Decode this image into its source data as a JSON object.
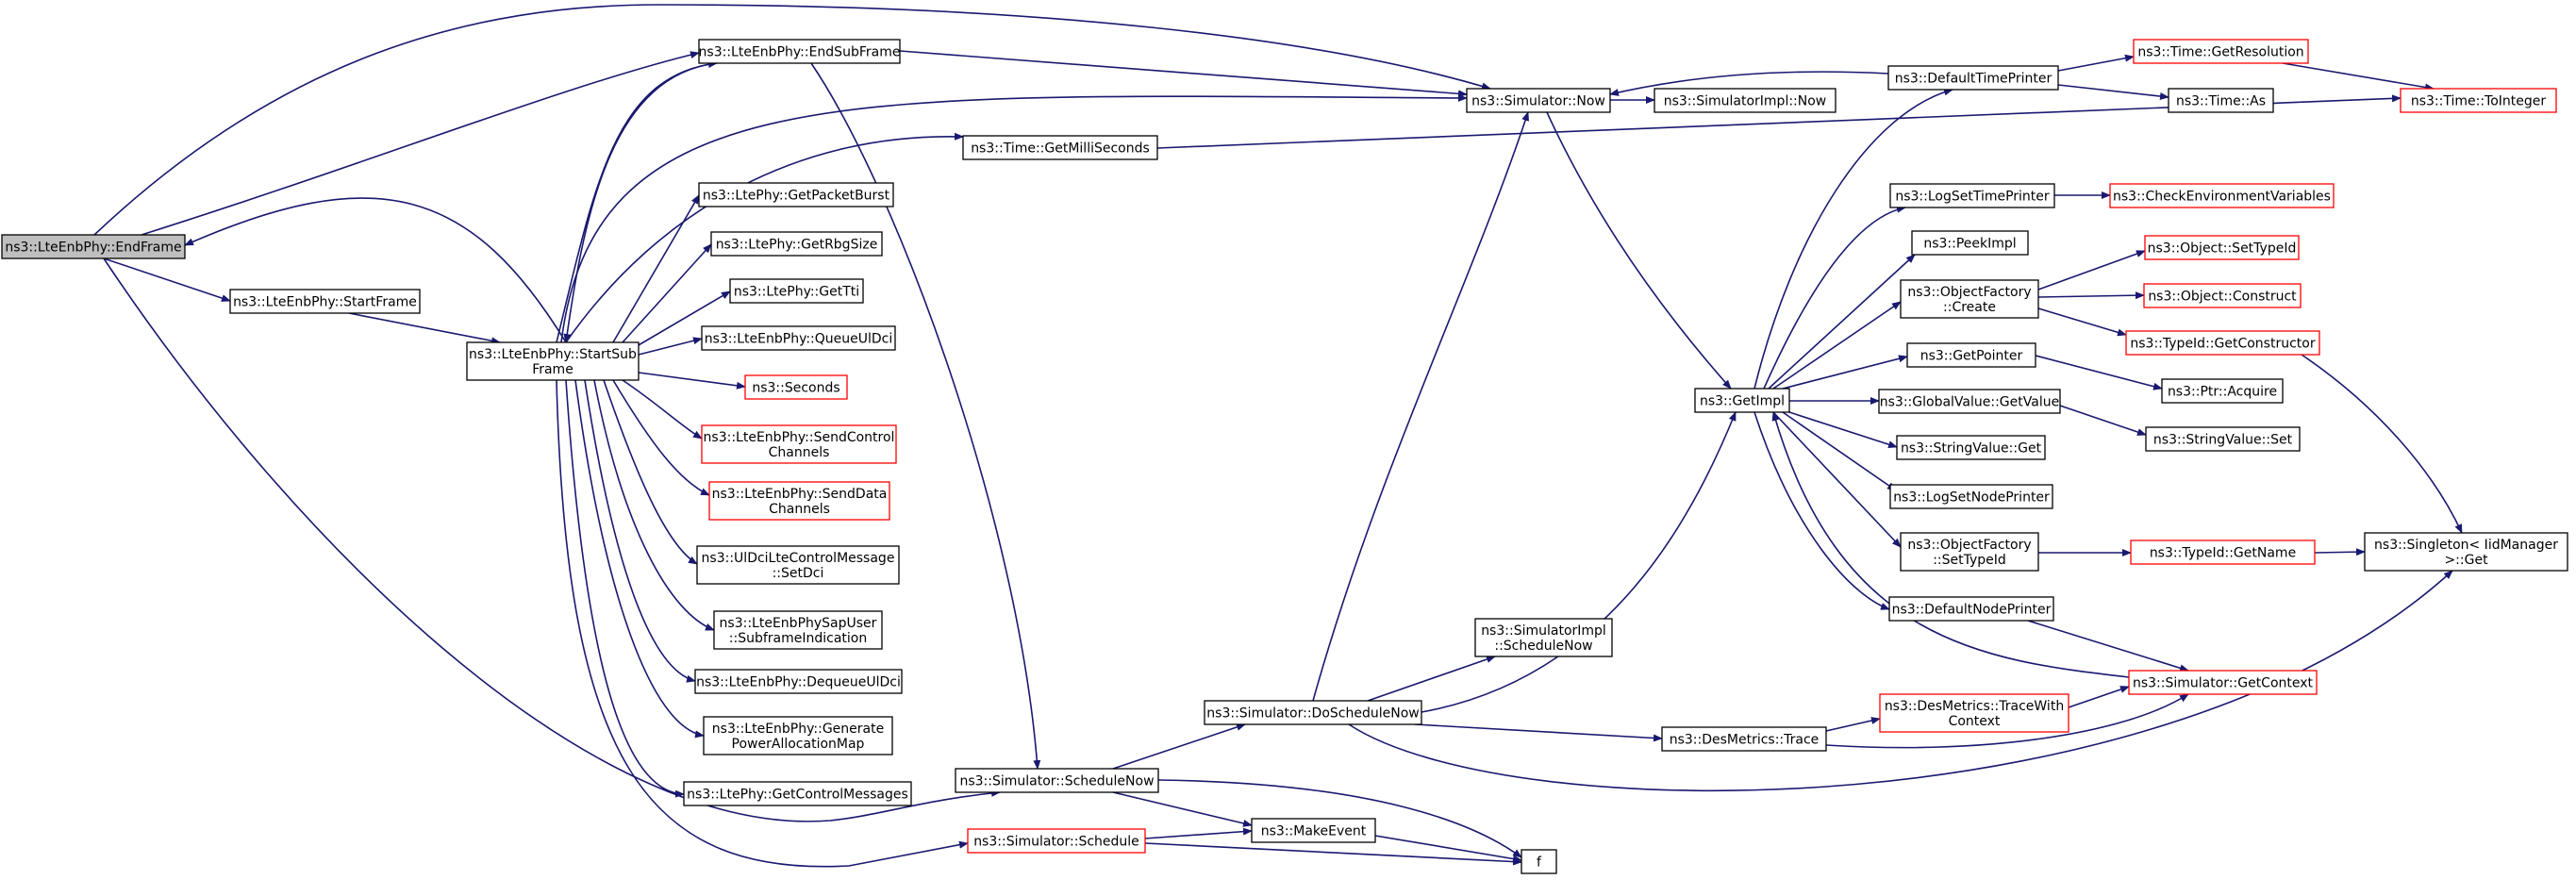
{
  "colors": {
    "edge": "#191970",
    "node_border": "#000000",
    "node_border_link_only": "#ff0000",
    "node_fill": "#ffffff",
    "node_fill_root": "#bfbfbf",
    "text": "#000000"
  },
  "nodes": [
    {
      "id": "endframe",
      "lines": [
        "ns3::LteEnbPhy::EndFrame"
      ],
      "style": "root"
    },
    {
      "id": "startframe",
      "lines": [
        "ns3::LteEnbPhy::StartFrame"
      ],
      "style": "normal"
    },
    {
      "id": "startsubframe",
      "lines": [
        "ns3::LteEnbPhy::StartSub",
        "Frame"
      ],
      "style": "normal"
    },
    {
      "id": "endsubframe",
      "lines": [
        "ns3::LteEnbPhy::EndSubFrame"
      ],
      "style": "normal"
    },
    {
      "id": "getmilliseconds",
      "lines": [
        "ns3::Time::GetMilliSeconds"
      ],
      "style": "normal"
    },
    {
      "id": "getpacketburst",
      "lines": [
        "ns3::LtePhy::GetPacketBurst"
      ],
      "style": "normal"
    },
    {
      "id": "getrbgsize",
      "lines": [
        "ns3::LtePhy::GetRbgSize"
      ],
      "style": "normal"
    },
    {
      "id": "gettti",
      "lines": [
        "ns3::LtePhy::GetTti"
      ],
      "style": "normal"
    },
    {
      "id": "queueuldci",
      "lines": [
        "ns3::LteEnbPhy::QueueUlDci"
      ],
      "style": "normal"
    },
    {
      "id": "seconds",
      "lines": [
        "ns3::Seconds"
      ],
      "style": "red"
    },
    {
      "id": "sendcontrol",
      "lines": [
        "ns3::LteEnbPhy::SendControl",
        "Channels"
      ],
      "style": "red"
    },
    {
      "id": "senddata",
      "lines": [
        "ns3::LteEnbPhy::SendData",
        "Channels"
      ],
      "style": "red"
    },
    {
      "id": "setdci",
      "lines": [
        "ns3::UlDciLteControlMessage",
        "::SetDci"
      ],
      "style": "normal"
    },
    {
      "id": "subframeind",
      "lines": [
        "ns3::LteEnbPhySapUser",
        "::SubframeIndication"
      ],
      "style": "normal"
    },
    {
      "id": "dequeueuldci",
      "lines": [
        "ns3::LteEnbPhy::DequeueUlDci"
      ],
      "style": "normal"
    },
    {
      "id": "generatepower",
      "lines": [
        "ns3::LteEnbPhy::Generate",
        "PowerAllocationMap"
      ],
      "style": "normal"
    },
    {
      "id": "getcontrolmsgs",
      "lines": [
        "ns3::LtePhy::GetControlMessages"
      ],
      "style": "normal"
    },
    {
      "id": "schedulenow",
      "lines": [
        "ns3::Simulator::ScheduleNow"
      ],
      "style": "normal"
    },
    {
      "id": "schedule",
      "lines": [
        "ns3::Simulator::Schedule"
      ],
      "style": "red"
    },
    {
      "id": "simnow",
      "lines": [
        "ns3::Simulator::Now"
      ],
      "style": "normal"
    },
    {
      "id": "simimplnow",
      "lines": [
        "ns3::SimulatorImpl::Now"
      ],
      "style": "normal"
    },
    {
      "id": "doschedulenow",
      "lines": [
        "ns3::Simulator::DoScheduleNow"
      ],
      "style": "normal"
    },
    {
      "id": "simimplschednow",
      "lines": [
        "ns3::SimulatorImpl",
        "::ScheduleNow"
      ],
      "style": "normal"
    },
    {
      "id": "makeevent",
      "lines": [
        "ns3::MakeEvent"
      ],
      "style": "normal"
    },
    {
      "id": "f",
      "lines": [
        "f"
      ],
      "style": "normal"
    },
    {
      "id": "desmetricstrace",
      "lines": [
        "ns3::DesMetrics::Trace"
      ],
      "style": "normal"
    },
    {
      "id": "tracewithcontext",
      "lines": [
        "ns3::DesMetrics::TraceWith",
        "Context"
      ],
      "style": "red"
    },
    {
      "id": "getimpl",
      "lines": [
        "ns3::GetImpl"
      ],
      "style": "normal"
    },
    {
      "id": "defaulttimeprinter",
      "lines": [
        "ns3::DefaultTimePrinter"
      ],
      "style": "normal"
    },
    {
      "id": "logsettimeprinter",
      "lines": [
        "ns3::LogSetTimePrinter"
      ],
      "style": "normal"
    },
    {
      "id": "peekimpl",
      "lines": [
        "ns3::PeekImpl"
      ],
      "style": "normal"
    },
    {
      "id": "ofcreate",
      "lines": [
        "ns3::ObjectFactory",
        "::Create"
      ],
      "style": "normal"
    },
    {
      "id": "getpointer",
      "lines": [
        "ns3::GetPointer"
      ],
      "style": "normal"
    },
    {
      "id": "gvgetvalue",
      "lines": [
        "ns3::GlobalValue::GetValue"
      ],
      "style": "normal"
    },
    {
      "id": "svget",
      "lines": [
        "ns3::StringValue::Get"
      ],
      "style": "normal"
    },
    {
      "id": "logsetnodeprinter",
      "lines": [
        "ns3::LogSetNodePrinter"
      ],
      "style": "normal"
    },
    {
      "id": "ofsettypeid",
      "lines": [
        "ns3::ObjectFactory",
        "::SetTypeId"
      ],
      "style": "normal"
    },
    {
      "id": "defaultnodeprinter",
      "lines": [
        "ns3::DefaultNodePrinter"
      ],
      "style": "normal"
    },
    {
      "id": "getresolution",
      "lines": [
        "ns3::Time::GetResolution"
      ],
      "style": "red"
    },
    {
      "id": "timeas",
      "lines": [
        "ns3::Time::As"
      ],
      "style": "normal"
    },
    {
      "id": "tointeger",
      "lines": [
        "ns3::Time::ToInteger"
      ],
      "style": "red"
    },
    {
      "id": "checkenv",
      "lines": [
        "ns3::CheckEnvironmentVariables"
      ],
      "style": "red"
    },
    {
      "id": "objsettypeid",
      "lines": [
        "ns3::Object::SetTypeId"
      ],
      "style": "red"
    },
    {
      "id": "objconstruct",
      "lines": [
        "ns3::Object::Construct"
      ],
      "style": "red"
    },
    {
      "id": "getconstructor",
      "lines": [
        "ns3::TypeId::GetConstructor"
      ],
      "style": "red"
    },
    {
      "id": "ptracquire",
      "lines": [
        "ns3::Ptr::Acquire"
      ],
      "style": "normal"
    },
    {
      "id": "svset",
      "lines": [
        "ns3::StringValue::Set"
      ],
      "style": "normal"
    },
    {
      "id": "typeidgetname",
      "lines": [
        "ns3::TypeId::GetName"
      ],
      "style": "red"
    },
    {
      "id": "simgetcontext",
      "lines": [
        "ns3::Simulator::GetContext"
      ],
      "style": "red"
    },
    {
      "id": "singletonget",
      "lines": [
        "ns3::Singleton< IidManager",
        " >::Get"
      ],
      "style": "normal"
    }
  ],
  "edges": [
    [
      "endframe",
      "startframe"
    ],
    [
      "endframe",
      "endsubframe"
    ],
    [
      "endframe",
      "simnow"
    ],
    [
      "endframe",
      "schedulenow"
    ],
    [
      "startframe",
      "startsubframe"
    ],
    [
      "startsubframe",
      "endframe"
    ],
    [
      "startsubframe",
      "endsubframe"
    ],
    [
      "startsubframe",
      "getmilliseconds"
    ],
    [
      "startsubframe",
      "simnow"
    ],
    [
      "startsubframe",
      "getpacketburst"
    ],
    [
      "startsubframe",
      "getrbgsize"
    ],
    [
      "startsubframe",
      "gettti"
    ],
    [
      "startsubframe",
      "queueuldci"
    ],
    [
      "startsubframe",
      "seconds"
    ],
    [
      "startsubframe",
      "sendcontrol"
    ],
    [
      "startsubframe",
      "senddata"
    ],
    [
      "startsubframe",
      "setdci"
    ],
    [
      "startsubframe",
      "subframeind"
    ],
    [
      "startsubframe",
      "dequeueuldci"
    ],
    [
      "startsubframe",
      "generatepower"
    ],
    [
      "startsubframe",
      "getcontrolmsgs"
    ],
    [
      "startsubframe",
      "schedule"
    ],
    [
      "endsubframe",
      "startsubframe"
    ],
    [
      "endsubframe",
      "simnow"
    ],
    [
      "endsubframe",
      "schedulenow"
    ],
    [
      "getmilliseconds",
      "tointeger"
    ],
    [
      "schedulenow",
      "doschedulenow"
    ],
    [
      "schedulenow",
      "makeevent"
    ],
    [
      "schedulenow",
      "f"
    ],
    [
      "schedule",
      "makeevent"
    ],
    [
      "schedule",
      "f"
    ],
    [
      "makeevent",
      "f"
    ],
    [
      "doschedulenow",
      "simnow"
    ],
    [
      "doschedulenow",
      "simimplschednow"
    ],
    [
      "doschedulenow",
      "getimpl"
    ],
    [
      "doschedulenow",
      "desmetricstrace"
    ],
    [
      "doschedulenow",
      "singletonget"
    ],
    [
      "simnow",
      "simimplnow"
    ],
    [
      "simnow",
      "getimpl"
    ],
    [
      "getimpl",
      "defaulttimeprinter"
    ],
    [
      "getimpl",
      "logsettimeprinter"
    ],
    [
      "getimpl",
      "peekimpl"
    ],
    [
      "getimpl",
      "ofcreate"
    ],
    [
      "getimpl",
      "getpointer"
    ],
    [
      "getimpl",
      "gvgetvalue"
    ],
    [
      "getimpl",
      "svget"
    ],
    [
      "getimpl",
      "logsetnodeprinter"
    ],
    [
      "getimpl",
      "ofsettypeid"
    ],
    [
      "getimpl",
      "defaultnodeprinter"
    ],
    [
      "defaulttimeprinter",
      "simnow"
    ],
    [
      "defaulttimeprinter",
      "getresolution"
    ],
    [
      "defaulttimeprinter",
      "timeas"
    ],
    [
      "getresolution",
      "tointeger"
    ],
    [
      "logsettimeprinter",
      "checkenv"
    ],
    [
      "ofcreate",
      "objsettypeid"
    ],
    [
      "ofcreate",
      "objconstruct"
    ],
    [
      "ofcreate",
      "getconstructor"
    ],
    [
      "getconstructor",
      "singletonget"
    ],
    [
      "getpointer",
      "ptracquire"
    ],
    [
      "gvgetvalue",
      "svset"
    ],
    [
      "ofsettypeid",
      "typeidgetname"
    ],
    [
      "typeidgetname",
      "singletonget"
    ],
    [
      "defaultnodeprinter",
      "simgetcontext"
    ],
    [
      "simgetcontext",
      "getimpl"
    ],
    [
      "desmetricstrace",
      "tracewithcontext"
    ],
    [
      "desmetricstrace",
      "simgetcontext"
    ],
    [
      "tracewithcontext",
      "simgetcontext"
    ]
  ]
}
